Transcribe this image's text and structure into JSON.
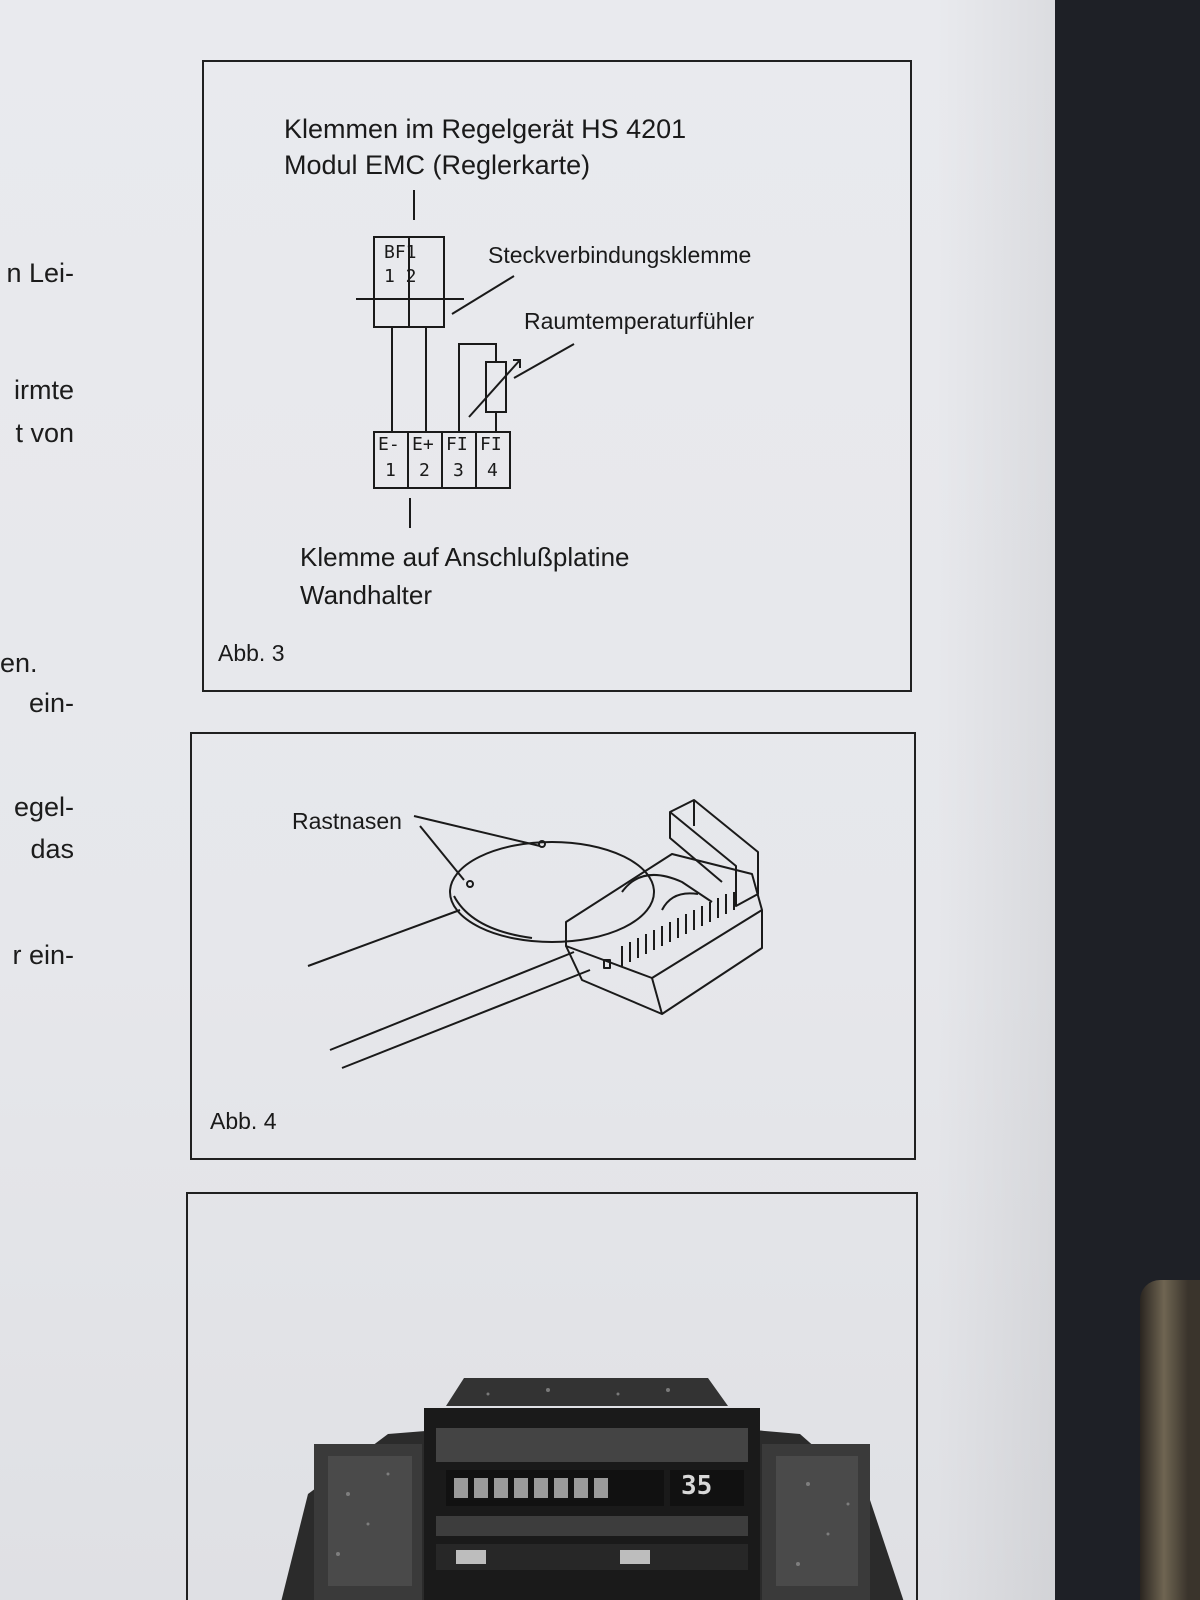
{
  "left_margin_fragments": [
    "n Lei-",
    "irmte",
    "t  von",
    "en.",
    "ein-",
    "egel-",
    "das",
    "r ein-"
  ],
  "figure3": {
    "title_line1": "Klemmen im Regelgerät HS 4201",
    "title_line2": "Modul EMC (Reglerkarte)",
    "connector_top": {
      "label_line1": "BF1",
      "label_line2": "1 2"
    },
    "label_plug": "Steckverbindungsklemme",
    "label_sensor": "Raumtemperaturfühler",
    "terminals": [
      {
        "name": "E-",
        "num": "1"
      },
      {
        "name": "E+",
        "num": "2"
      },
      {
        "name": "FI",
        "num": "3"
      },
      {
        "name": "FI",
        "num": "4"
      }
    ],
    "bottom_line1": "Klemme auf Anschlußplatine",
    "bottom_line2": "Wandhalter",
    "caption": "Abb. 3"
  },
  "figure4": {
    "label": "Rastnasen",
    "caption": "Abb. 4"
  },
  "figure5": {
    "display_value": "35"
  }
}
